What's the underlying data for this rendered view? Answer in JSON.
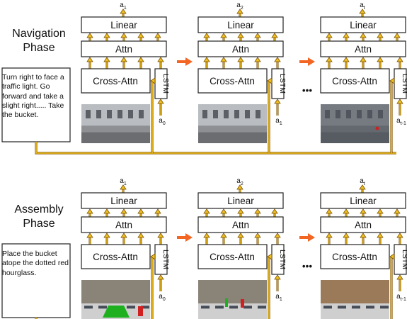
{
  "phases": [
    {
      "title_line1": "Navigation",
      "title_line2": "Phase",
      "instruction": "Turn right to face a traffic light. Go forward and take a slight right..... Take the bucket.",
      "scene_type": "street"
    },
    {
      "title_line1": "Assembly",
      "title_line2": "Phase",
      "instruction": "Place the bucket atope the dotted red hourglass.",
      "scene_type": "room"
    }
  ],
  "blocks": {
    "linear": "Linear",
    "attn": "Attn",
    "cross_attn": "Cross-Attn",
    "lstm": "LSTM"
  },
  "outputs": [
    "a1",
    "a2",
    "at"
  ],
  "inputs": [
    "a0",
    "a1",
    "at-1"
  ],
  "ellipsis": "•••",
  "colors": {
    "forward_arrow": "#f26522",
    "wire_outer": "#8a5a00",
    "wire_inner": "#f0c020",
    "street_scene": "#8d8f92",
    "room_wall": "#8a8378",
    "room_floor": "#cfcfcf",
    "object_green": "#1eb01e",
    "object_red": "#d02020"
  }
}
